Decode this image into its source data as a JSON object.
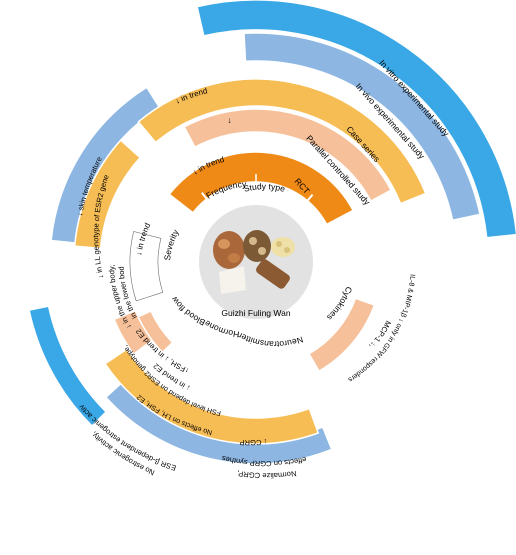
{
  "center": {
    "label": "Guizhi Fuling Wan"
  },
  "inner_ring": [
    {
      "key": "study_type",
      "label": "Study type"
    },
    {
      "key": "frequency",
      "label": "Frequency"
    },
    {
      "key": "severity",
      "label": "Severity"
    },
    {
      "key": "blood_flow",
      "label": "Blood flow"
    },
    {
      "key": "hormone",
      "label": "Hormone"
    },
    {
      "key": "neurotransmitter",
      "label": "Neurotransmitter"
    },
    {
      "key": "cytokines",
      "label": "Cytokines"
    }
  ],
  "study_types": {
    "rct": "RCT",
    "parallel": "Parallel controlled study",
    "case_series": "Case series",
    "in_vivo": "In vivo experimental study",
    "in_vitro": "In vitro experimental study"
  },
  "findings": {
    "rct_frequency": "↓ in trend",
    "rct_severity": "↓ in trend",
    "rct_blood_flow": [
      "↓ in the upper body,",
      "↑ in the lower body"
    ],
    "rct_hormone": "↑FSH, ↓ in trend E2",
    "parallel_frequency": "↓",
    "parallel_hormone": [
      "FSH level depend on ESR2 genotype,",
      "↓ in trend E2"
    ],
    "case_frequency": "↓ in trend",
    "case_blood_flow": "↓ in LL genotype of ESR2 gene",
    "case_hormone": "No effects on LH, FSH, E2",
    "case_neurotransmitter": "↓ CGRP",
    "case_cytokines": [
      "MCP-1 ↓,",
      "IL-8 & MIP-1β ↓ only in GFW responders"
    ],
    "in_vivo_blood_flow": "↓ skin temperature",
    "in_vivo_neurotransmitter": [
      "Normalize CGRP,",
      "no effects on CGRP synthesis"
    ],
    "in_vitro_hormone": [
      "No estrogenic activity,",
      "low ESR β-dependent estrogenic activity"
    ]
  },
  "colors": {
    "inner_ring": "#8ea35f",
    "rct": "#ef8a17",
    "parallel": "#f6c19a",
    "case_series": "#f7bd55",
    "in_vivo": "#8db7e2",
    "in_vitro": "#3aa8e6",
    "center_disc": "#e2e2e2"
  },
  "icons": [
    "herb-pile-icon",
    "herb-slices-icon",
    "herb-granules-icon",
    "herb-root-icon",
    "herb-bark-icon"
  ]
}
